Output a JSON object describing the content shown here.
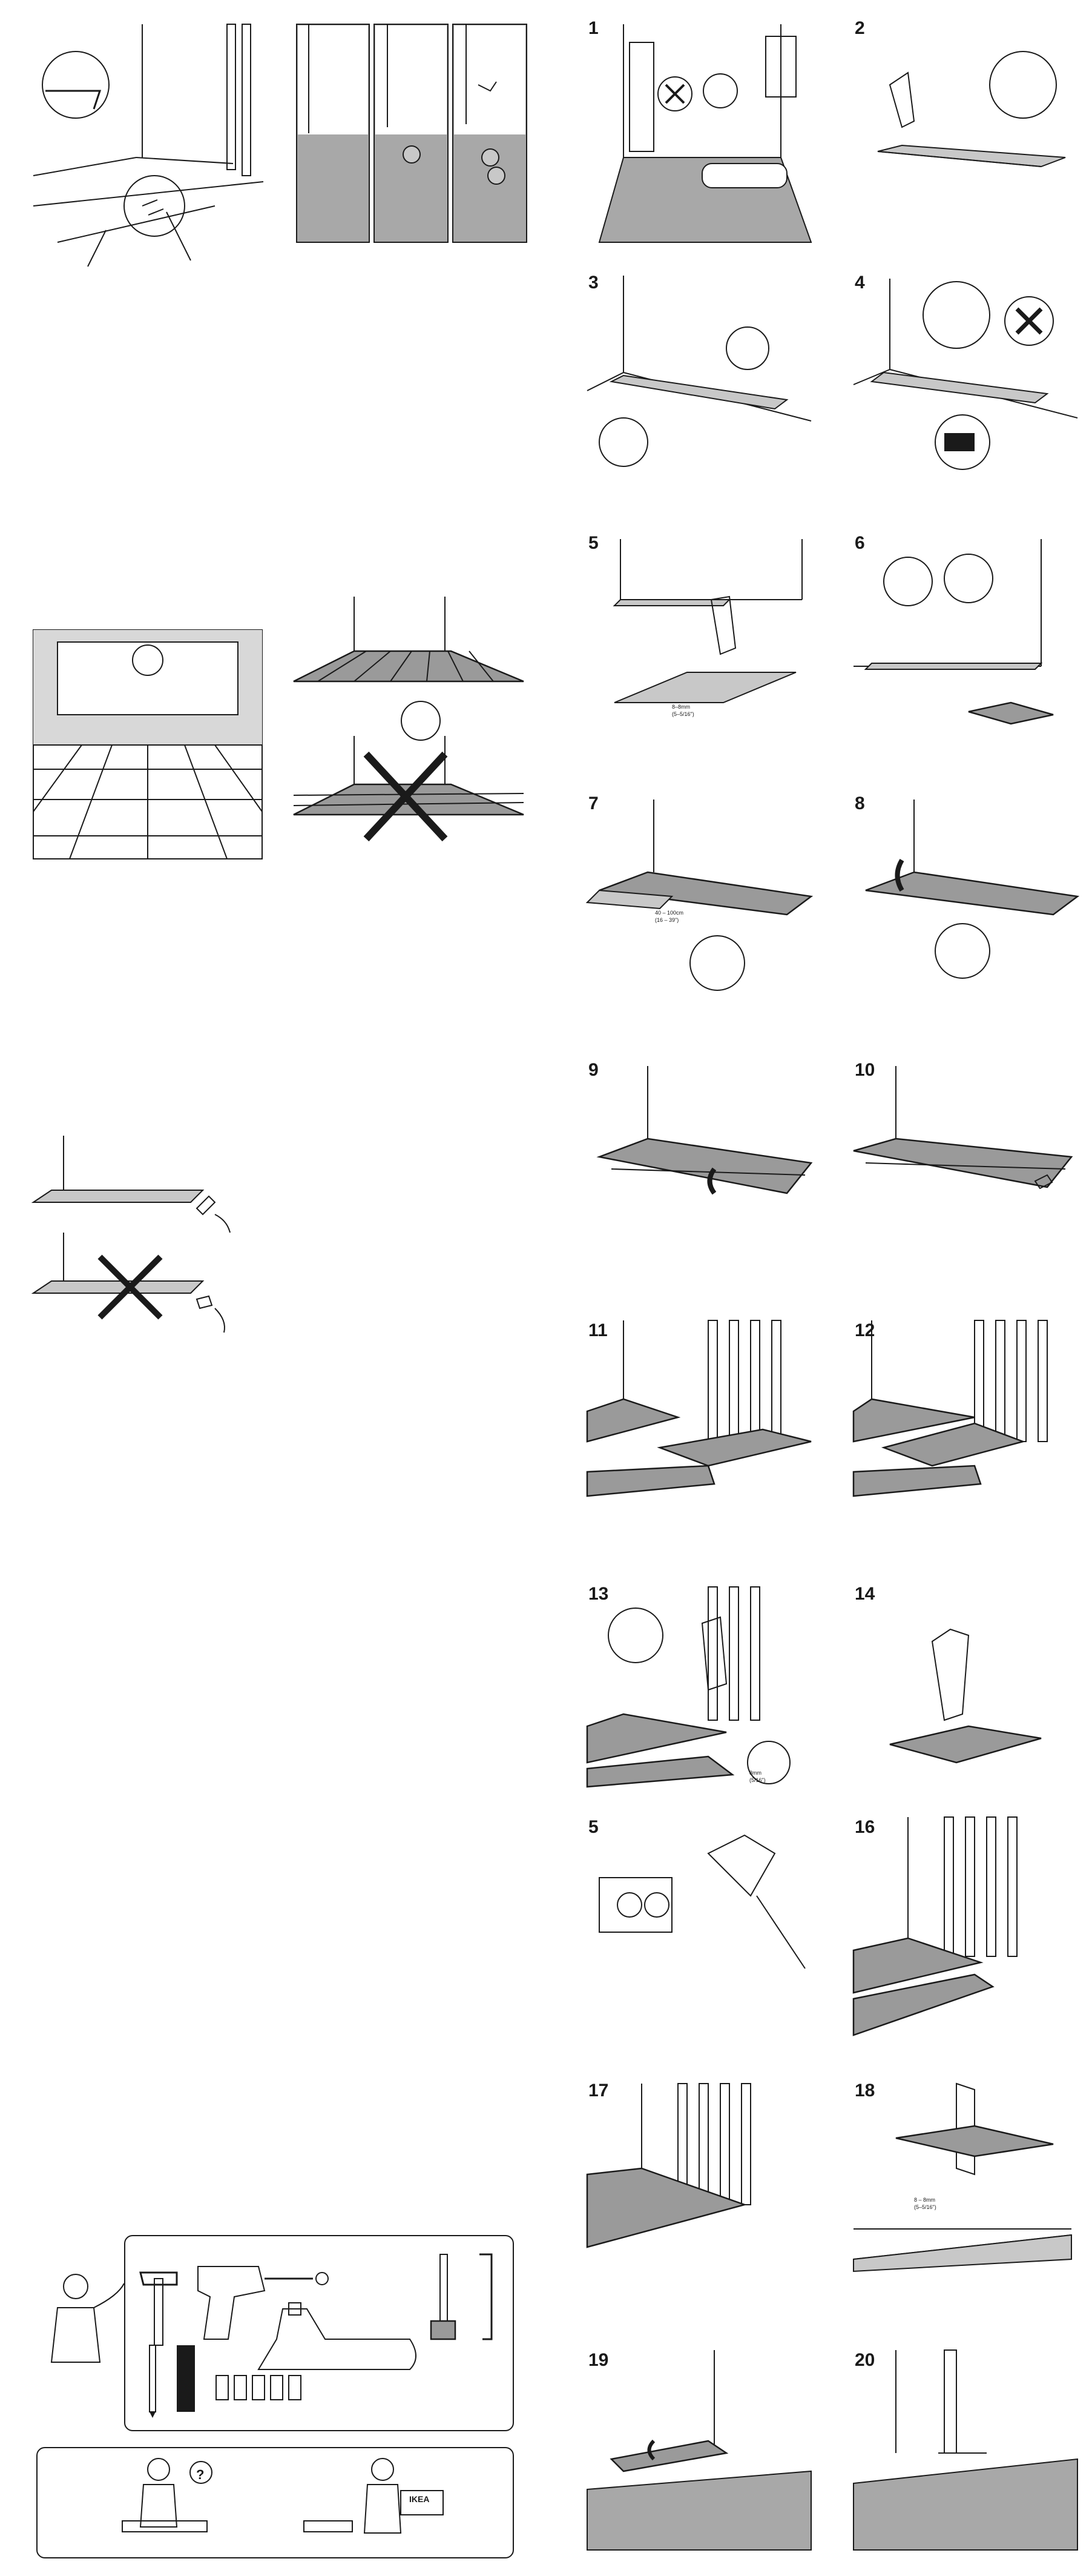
{
  "steps": [
    "1",
    "2",
    "3",
    "4",
    "5",
    "6",
    "7",
    "8",
    "9",
    "10",
    "11",
    "12",
    "13",
    "14",
    "5",
    "16",
    "17",
    "18",
    "19",
    "20"
  ],
  "annotations": {
    "gap_s5": "8–8mm",
    "gap_s5_in": "(5–5/16\")",
    "s7_range": "40 – 100cm",
    "s7_range_in": "(16 – 39\")",
    "s13_diam": "8mm",
    "s13_diam_in": "(5/16\")",
    "s18_gap": "8 – 8mm",
    "s18_gap_in": "(5–5/16\")",
    "ikea_logo": "IKEA",
    "question_mark": "?"
  },
  "tools": [
    "pencil-icon",
    "hammer-icon",
    "drill-icon",
    "jigsaw-icon",
    "spacer-block-icon",
    "pull-bar-icon",
    "tape-icon",
    "spacers-icon"
  ],
  "colors": {
    "ink": "#1a1a1a",
    "board": "#9a9a9a",
    "floor": "#a8a8a8"
  }
}
